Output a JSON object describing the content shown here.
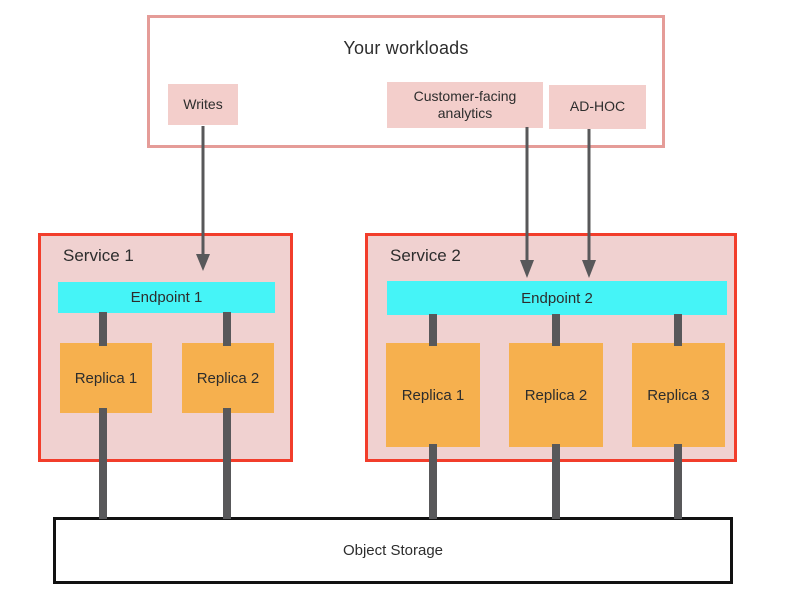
{
  "diagram": {
    "workloads": {
      "title": "Your workloads",
      "items": [
        {
          "label": "Writes"
        },
        {
          "label": "Customer-facing analytics"
        },
        {
          "label": "AD-HOC"
        }
      ]
    },
    "services": [
      {
        "title": "Service 1",
        "endpoint": "Endpoint 1",
        "replicas": [
          "Replica 1",
          "Replica 2"
        ]
      },
      {
        "title": "Service 2",
        "endpoint": "Endpoint 2",
        "replicas": [
          "Replica 1",
          "Replica 2",
          "Replica 3"
        ]
      }
    ],
    "storage_label": "Object Storage"
  },
  "colors": {
    "workloads_border": "#e59c98",
    "chip_fill": "#f3cecb",
    "service_border": "#f23d2b",
    "service_fill": "#f0d1d0",
    "endpoint_fill": "#45f4f7",
    "replica_fill": "#f6b04e",
    "connector": "#58585a",
    "storage_border": "#111111",
    "text": "#2d2d2d"
  }
}
